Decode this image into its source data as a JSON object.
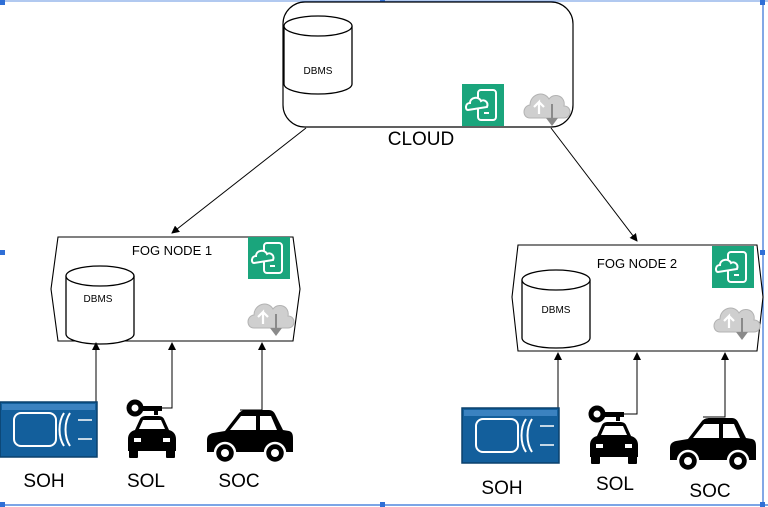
{
  "cloud": {
    "label": "CLOUD",
    "db_label": "DBMS",
    "icons": [
      "cloud-app-icon",
      "cloud-sync-icon"
    ]
  },
  "fog_nodes": [
    {
      "label": "FOG NODE 1",
      "db_label": "DBMS",
      "icons": [
        "cloud-app-icon",
        "cloud-sync-icon"
      ]
    },
    {
      "label": "FOG NODE 2",
      "db_label": "DBMS",
      "icons": [
        "cloud-app-icon",
        "cloud-sync-icon"
      ]
    }
  ],
  "devices_left": [
    {
      "label": "SOH",
      "icon": "smart-card-icon"
    },
    {
      "label": "SOL",
      "icon": "car-key-icon"
    },
    {
      "label": "SOC",
      "icon": "car-icon"
    }
  ],
  "devices_right": [
    {
      "label": "SOH",
      "icon": "smart-card-icon"
    },
    {
      "label": "SOL",
      "icon": "car-key-icon"
    },
    {
      "label": "SOC",
      "icon": "car-icon"
    }
  ],
  "colors": {
    "app_tile": "#1aa57c",
    "card_blue": "#135f9c",
    "frame_handle": "#2f6fd6"
  }
}
